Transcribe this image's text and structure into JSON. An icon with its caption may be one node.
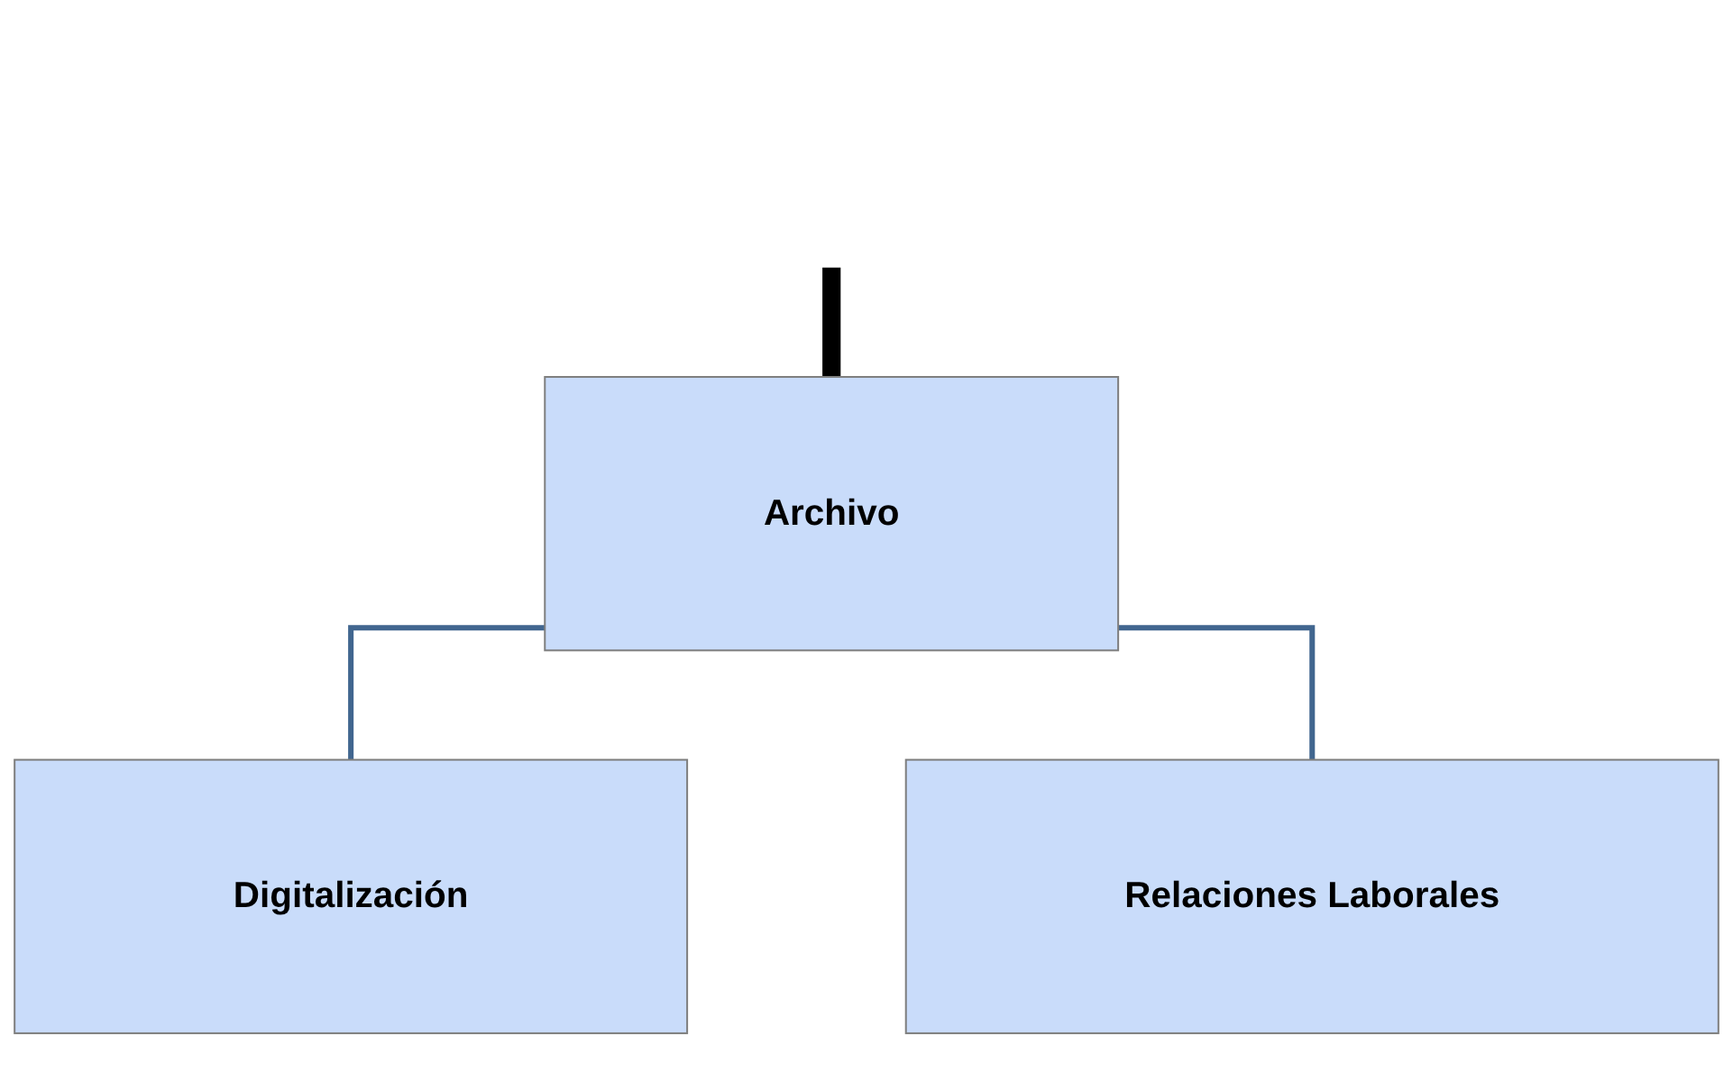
{
  "diagram": {
    "nodes": [
      {
        "text": [
          "Archivo"
        ]
      },
      {
        "text": [
          "Digitalización"
        ]
      },
      {
        "text": [
          "Relaciones Laborales"
        ]
      }
    ],
    "edges": [
      {
        "from": null,
        "to": 0,
        "arrow": "none",
        "style": "thick",
        "color": "#000000"
      },
      {
        "from": 0,
        "to": 1,
        "arrow": "none"
      },
      {
        "from": 0,
        "to": 2,
        "arrow": "none"
      }
    ]
  }
}
